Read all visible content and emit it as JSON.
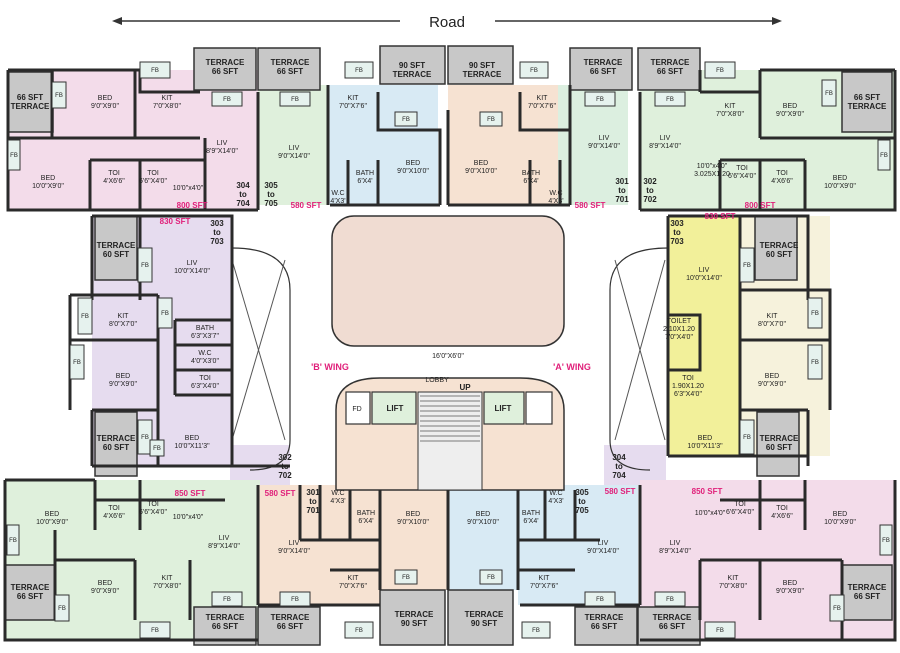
{
  "header": {
    "road_label": "Road"
  },
  "wings": {
    "b": "'B' WING",
    "a": "'A' WING"
  },
  "core": {
    "lobby": "LOBBY",
    "up": "UP",
    "lift_left": "LIFT",
    "lift_right": "LIFT",
    "fd": "FD",
    "court_dim": "16'0\"X6'0\""
  },
  "colors": {
    "pink": "#f3dcea",
    "green": "#dff0dc",
    "blue": "#d8eaf4",
    "peach": "#f6e2d2",
    "mint": "#dcefe0",
    "lavender": "#e6dcef",
    "yellow": "#f2f09a",
    "cream": "#f6f2dc",
    "court": "#f0dcd2",
    "terrace": "#c8c8c8"
  },
  "labels": [
    {
      "id": "t-tl",
      "lines": [
        "66 SFT",
        "TERRACE"
      ],
      "bold": true
    },
    {
      "id": "bed-1",
      "lines": [
        "BED",
        "9'0\"X9'0\""
      ]
    },
    {
      "id": "kit-1",
      "lines": [
        "KIT",
        "7'0\"X8'0\""
      ]
    },
    {
      "id": "terrace-top-1",
      "lines": [
        "TERRACE",
        "66 SFT"
      ],
      "bold": true
    },
    {
      "id": "terrace-top-2",
      "lines": [
        "TERRACE",
        "66 SFT"
      ],
      "bold": true
    },
    {
      "id": "terrace-top-3",
      "lines": [
        "90 SFT",
        "TERRACE"
      ],
      "bold": true
    },
    {
      "id": "terrace-top-4",
      "lines": [
        "90 SFT",
        "TERRACE"
      ],
      "bold": true
    },
    {
      "id": "terrace-top-5",
      "lines": [
        "TERRACE",
        "66 SFT"
      ],
      "bold": true
    },
    {
      "id": "terrace-top-6",
      "lines": [
        "TERRACE",
        "66 SFT"
      ],
      "bold": true
    },
    {
      "id": "kit-2",
      "lines": [
        "KIT",
        "7'0\"X7'6\""
      ]
    },
    {
      "id": "kit-3",
      "lines": [
        "KIT",
        "7'0\"X7'6\""
      ]
    },
    {
      "id": "kit-4",
      "lines": [
        "KIT",
        "7'0\"X8'0\""
      ]
    },
    {
      "id": "bed-2",
      "lines": [
        "BED",
        "9'0\"X9'0\""
      ]
    },
    {
      "id": "t-tr",
      "lines": [
        "66 SFT",
        "TERRACE"
      ],
      "bold": true
    },
    {
      "id": "liv-1",
      "lines": [
        "LIV",
        "8'9\"X14'0\""
      ]
    },
    {
      "id": "liv-2",
      "lines": [
        "LIV",
        "9'0\"X14'0\""
      ]
    },
    {
      "id": "liv-3",
      "lines": [
        "LIV",
        "9'0\"X14'0\""
      ]
    },
    {
      "id": "liv-4",
      "lines": [
        "LIV",
        "8'9\"X14'0\""
      ]
    },
    {
      "id": "bed-3",
      "lines": [
        "BED",
        "10'0\"X9'0\""
      ]
    },
    {
      "id": "toi-1",
      "lines": [
        "TOI",
        "4'X6'6\""
      ]
    },
    {
      "id": "toi-2",
      "lines": [
        "TOI",
        "6'6\"X4'0\""
      ]
    },
    {
      "id": "pass-1",
      "lines": [
        "10'0\"x4'0\""
      ]
    },
    {
      "id": "bath-1",
      "lines": [
        "BATH",
        "6'X4'"
      ]
    },
    {
      "id": "wc-1",
      "lines": [
        "W.C",
        "4'X3'"
      ]
    },
    {
      "id": "bed-4",
      "lines": [
        "BED",
        "9'0\"X10'0\""
      ]
    },
    {
      "id": "bed-5",
      "lines": [
        "BED",
        "9'0\"X10'0\""
      ]
    },
    {
      "id": "bath-2",
      "lines": [
        "BATH",
        "6'X4'"
      ]
    },
    {
      "id": "wc-2",
      "lines": [
        "W.C",
        "4'X3'"
      ]
    },
    {
      "id": "pass-2",
      "lines": [
        "10'0\"x4'0\"",
        "3.025X1.20"
      ]
    },
    {
      "id": "toi-3",
      "lines": [
        "TOI",
        "6'6\"X4'0\""
      ]
    },
    {
      "id": "toi-4",
      "lines": [
        "TOI",
        "4'X6'6\""
      ]
    },
    {
      "id": "bed-6",
      "lines": [
        "BED",
        "10'0\"X9'0\""
      ]
    },
    {
      "id": "unit-304",
      "lines": [
        "304",
        "to",
        "704"
      ],
      "bold": true
    },
    {
      "id": "unit-305",
      "lines": [
        "305",
        "to",
        "705"
      ],
      "bold": true
    },
    {
      "id": "unit-301",
      "lines": [
        "301",
        "to",
        "701"
      ],
      "bold": true
    },
    {
      "id": "unit-302",
      "lines": [
        "302",
        "to",
        "702"
      ],
      "bold": true
    },
    {
      "id": "terrace-l1",
      "lines": [
        "TERRACE",
        "60 SFT"
      ],
      "bold": true
    },
    {
      "id": "unit-303-l",
      "lines": [
        "303",
        "to",
        "703"
      ],
      "bold": true
    },
    {
      "id": "liv-5",
      "lines": [
        "LIV",
        "10'0\"X14'0\""
      ]
    },
    {
      "id": "kit-5",
      "lines": [
        "KIT",
        "8'0\"X7'0\""
      ]
    },
    {
      "id": "bath-3",
      "lines": [
        "BATH",
        "6'3\"X3'7\""
      ]
    },
    {
      "id": "wc-3",
      "lines": [
        "W.C",
        "4'0\"X3'0\""
      ]
    },
    {
      "id": "bed-7",
      "lines": [
        "BED",
        "9'0\"X9'0\""
      ]
    },
    {
      "id": "toi-5",
      "lines": [
        "TOI",
        "6'3\"X4'0\""
      ]
    },
    {
      "id": "terrace-l2",
      "lines": [
        "TERRACE",
        "60 SFT"
      ],
      "bold": true
    },
    {
      "id": "bed-8",
      "lines": [
        "BED",
        "10'0\"X11'3\""
      ]
    },
    {
      "id": "unit-303-r",
      "lines": [
        "303",
        "to",
        "703"
      ],
      "bold": true
    },
    {
      "id": "terrace-r1",
      "lines": [
        "TERRACE",
        "60 SFT"
      ],
      "bold": true
    },
    {
      "id": "liv-6",
      "lines": [
        "LIV",
        "10'0\"X14'0\""
      ]
    },
    {
      "id": "kit-6",
      "lines": [
        "KIT",
        "8'0\"X7'0\""
      ]
    },
    {
      "id": "toilet-r",
      "lines": [
        "TOILET",
        "2.10X1.20",
        "7'0\"X4'0\""
      ]
    },
    {
      "id": "bed-9",
      "lines": [
        "BED",
        "9'0\"X9'0\""
      ]
    },
    {
      "id": "toi-6",
      "lines": [
        "TOI",
        "1.90X1.20",
        "6'3\"X4'0\""
      ]
    },
    {
      "id": "bed-10",
      "lines": [
        "BED",
        "10'0\"X11'3\""
      ]
    },
    {
      "id": "terrace-r2",
      "lines": [
        "TERRACE",
        "60 SFT"
      ],
      "bold": true
    },
    {
      "id": "unit-302-b",
      "lines": [
        "302",
        "to",
        "702"
      ],
      "bold": true
    },
    {
      "id": "unit-304-b",
      "lines": [
        "304",
        "to",
        "704"
      ],
      "bold": true
    },
    {
      "id": "bed-11",
      "lines": [
        "BED",
        "10'0\"X9'0\""
      ]
    },
    {
      "id": "toi-7",
      "lines": [
        "TOI",
        "4'X6'6\""
      ]
    },
    {
      "id": "toi-8",
      "lines": [
        "TOI",
        "6'6\"X4'0\""
      ]
    },
    {
      "id": "pass-3",
      "lines": [
        "10'0\"x4'0\""
      ]
    },
    {
      "id": "liv-7",
      "lines": [
        "LIV",
        "8'9\"X14'0\""
      ]
    },
    {
      "id": "unit-301-b",
      "lines": [
        "301",
        "to",
        "701"
      ],
      "bold": true
    },
    {
      "id": "wc-4",
      "lines": [
        "W.C",
        "4'X3'"
      ]
    },
    {
      "id": "bath-4",
      "lines": [
        "BATH",
        "6'X4'"
      ]
    },
    {
      "id": "bed-12",
      "lines": [
        "BED",
        "9'0\"X10'0\""
      ]
    },
    {
      "id": "bed-13",
      "lines": [
        "BED",
        "9'0\"X10'0\""
      ]
    },
    {
      "id": "bath-5",
      "lines": [
        "BATH",
        "6'X4'"
      ]
    },
    {
      "id": "wc-5",
      "lines": [
        "W.C",
        "4'X3'"
      ]
    },
    {
      "id": "unit-305-b",
      "lines": [
        "305",
        "to",
        "705"
      ],
      "bold": true
    },
    {
      "id": "liv-8",
      "lines": [
        "LIV",
        "9'0\"X14'0\""
      ]
    },
    {
      "id": "liv-9",
      "lines": [
        "LIV",
        "9'0\"X14'0\""
      ]
    },
    {
      "id": "liv-10",
      "lines": [
        "LIV",
        "8'9\"X14'0\""
      ]
    },
    {
      "id": "pass-4",
      "lines": [
        "10'0\"x4'0\""
      ]
    },
    {
      "id": "toi-9",
      "lines": [
        "TOI",
        "6'6\"X4'0\""
      ]
    },
    {
      "id": "toi-10",
      "lines": [
        "TOI",
        "4'X6'6\""
      ]
    },
    {
      "id": "bed-14",
      "lines": [
        "BED",
        "10'0\"X9'0\""
      ]
    },
    {
      "id": "terrace-bl",
      "lines": [
        "TERRACE",
        "66 SFT"
      ],
      "bold": true
    },
    {
      "id": "bed-15",
      "lines": [
        "BED",
        "9'0\"X9'0\""
      ]
    },
    {
      "id": "kit-7",
      "lines": [
        "KIT",
        "7'0\"X8'0\""
      ]
    },
    {
      "id": "kit-8",
      "lines": [
        "KIT",
        "7'0\"X7'6\""
      ]
    },
    {
      "id": "kit-9",
      "lines": [
        "KIT",
        "7'0\"X7'6\""
      ]
    },
    {
      "id": "kit-10",
      "lines": [
        "KIT",
        "7'0\"X8'0\""
      ]
    },
    {
      "id": "bed-16",
      "lines": [
        "BED",
        "9'0\"X9'0\""
      ]
    },
    {
      "id": "terrace-br",
      "lines": [
        "TERRACE",
        "66 SFT"
      ],
      "bold": true
    },
    {
      "id": "terrace-bot-1",
      "lines": [
        "TERRACE",
        "66 SFT"
      ],
      "bold": true
    },
    {
      "id": "terrace-bot-2",
      "lines": [
        "TERRACE",
        "66 SFT"
      ],
      "bold": true
    },
    {
      "id": "terrace-bot-3",
      "lines": [
        "TERRACE",
        "90 SFT"
      ],
      "bold": true
    },
    {
      "id": "terrace-bot-4",
      "lines": [
        "TERRACE",
        "90 SFT"
      ],
      "bold": true
    },
    {
      "id": "terrace-bot-5",
      "lines": [
        "TERRACE",
        "66 SFT"
      ],
      "bold": true
    },
    {
      "id": "terrace-bot-6",
      "lines": [
        "TERRACE",
        "66 SFT"
      ],
      "bold": true
    }
  ],
  "areas": [
    {
      "id": "a1",
      "text": "800  SFT"
    },
    {
      "id": "a2",
      "text": "580  SFT"
    },
    {
      "id": "a3",
      "text": "580  SFT"
    },
    {
      "id": "a4",
      "text": "800  SFT"
    },
    {
      "id": "a5",
      "text": "830  SFT"
    },
    {
      "id": "a6",
      "text": "830  SFT"
    },
    {
      "id": "a7",
      "text": "850  SFT"
    },
    {
      "id": "a8",
      "text": "580  SFT"
    },
    {
      "id": "a9",
      "text": "580  SFT"
    },
    {
      "id": "a10",
      "text": "850  SFT"
    }
  ],
  "fb": "FB"
}
